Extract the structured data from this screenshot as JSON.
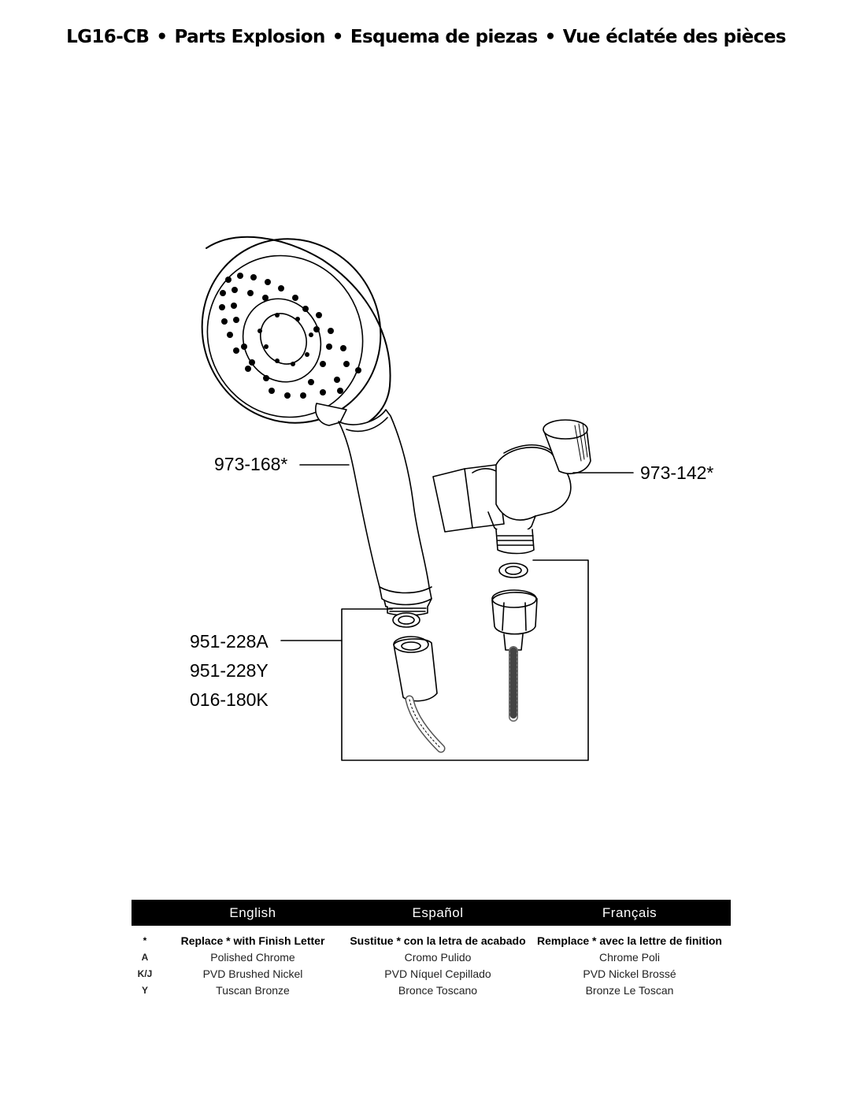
{
  "header": {
    "model": "LG16-CB",
    "separator": "•",
    "parts_en": "Parts Explosion",
    "parts_es": "Esquema de piezas",
    "parts_fr": "Vue éclatée des pièces"
  },
  "callouts": {
    "handshower": "973-168*",
    "bracket": "973-142*",
    "hose_a": "951-228A",
    "hose_y": "951-228Y",
    "hose_k": "016-180K"
  },
  "finish_table": {
    "headers": [
      "",
      "English",
      "Español",
      "Français"
    ],
    "rows": [
      {
        "code": "*",
        "en": "Replace * with Finish Letter",
        "es": "Sustitue * con la letra de acabado",
        "fr": "Remplace * avec la lettre de finition"
      },
      {
        "code": "A",
        "en": "Polished Chrome",
        "es": "Cromo Pulido",
        "fr": "Chrome Poli"
      },
      {
        "code": "K/J",
        "en": "PVD Brushed Nickel",
        "es": "PVD Níquel Cepillado",
        "fr": "PVD Nickel Brossé"
      },
      {
        "code": "Y",
        "en": "Tuscan Bronze",
        "es": "Bronce Toscano",
        "fr": "Bronze Le Toscan"
      }
    ]
  }
}
